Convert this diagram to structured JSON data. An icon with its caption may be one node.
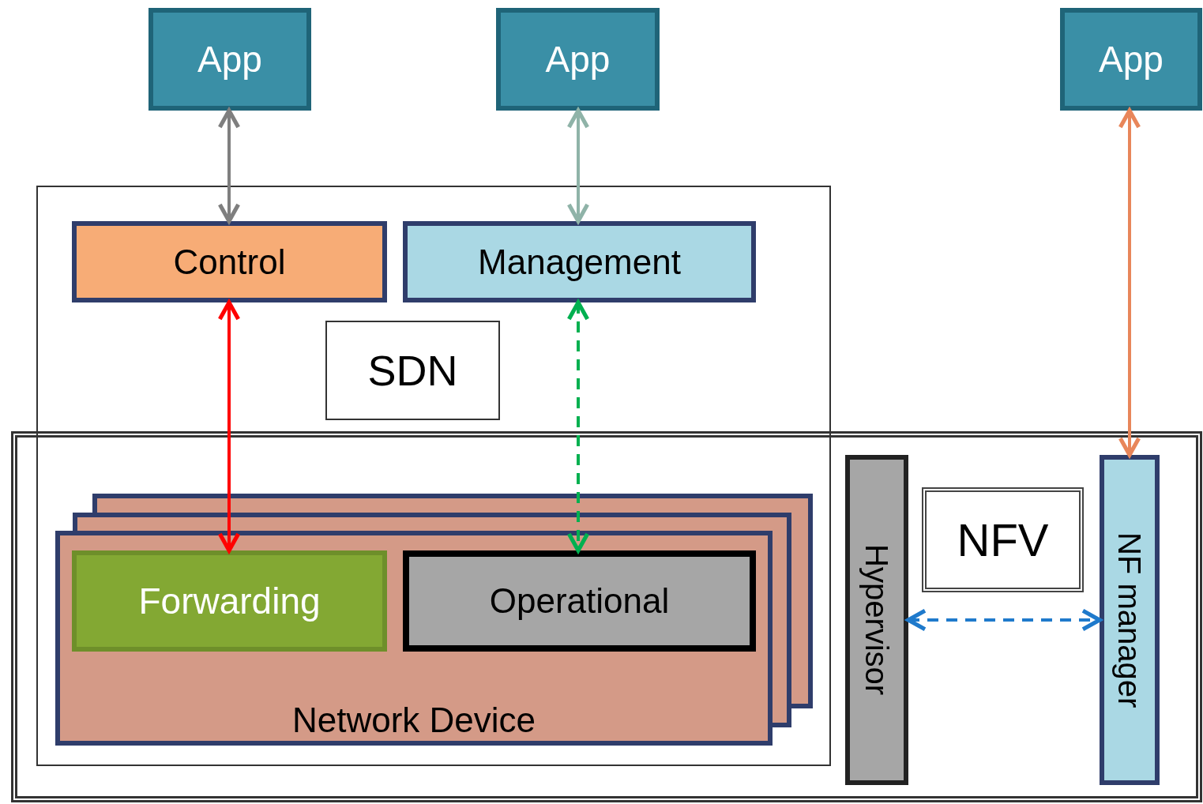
{
  "diagram": {
    "nodes": [
      {
        "text": [
          "App"
        ]
      },
      {
        "text": [
          "App"
        ]
      },
      {
        "text": [
          "App"
        ]
      },
      {
        "text": [],
        "shape": "box"
      },
      {
        "text": [
          "Control"
        ],
        "in": 3
      },
      {
        "text": [
          "Management"
        ],
        "in": 3
      },
      {
        "text": [
          "SDN"
        ],
        "in": 3
      },
      {
        "text": [],
        "shape": "box"
      },
      {
        "text": [
          "Network Device"
        ]
      },
      {
        "text": [
          "Forwarding"
        ],
        "in": 8
      },
      {
        "text": [
          "Operational"
        ],
        "in": 8
      },
      {
        "text": [
          "Hypervisor"
        ],
        "in": 7
      },
      {
        "text": [
          "NFV"
        ],
        "in": 7
      },
      {
        "text": [
          "NF manager"
        ],
        "in": 7
      }
    ],
    "edges": [
      {
        "from": 0,
        "to": 4,
        "arrow": "both",
        "color": "#7f7f7f"
      },
      {
        "from": 1,
        "to": 5,
        "arrow": "both",
        "color": "#8fb3a8"
      },
      {
        "from": 2,
        "to": 13,
        "arrow": "both",
        "color": "#e8865a"
      },
      {
        "from": 4,
        "to": 9,
        "arrow": "both",
        "color": "#ff0000"
      },
      {
        "from": 5,
        "to": 10,
        "arrow": "both",
        "style": "dashed",
        "color": "#00b050"
      },
      {
        "from": 11,
        "to": 13,
        "arrow": "both",
        "style": "dashed",
        "color": "#1f7acc"
      }
    ]
  }
}
